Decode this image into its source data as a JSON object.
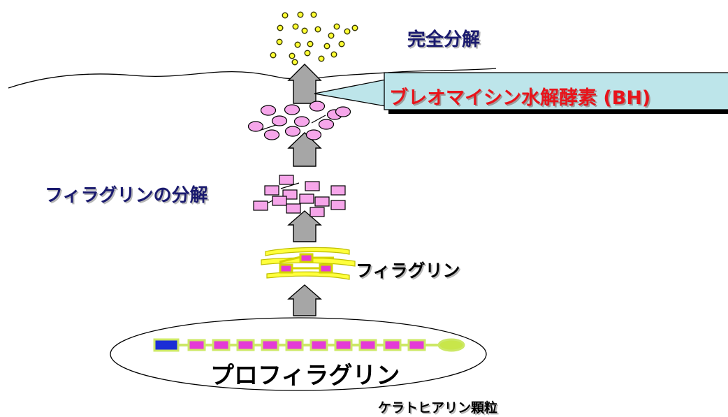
{
  "labels": {
    "complete_degradation": "完全分解",
    "enzyme": "ブレオマイシン水解酵素 (BH)",
    "filaggrin_degradation": "フィラグリンの分解",
    "filaggrin": "フィラグリン",
    "profilaggrin": "プロフィラグリン",
    "keratohyalin_granule": "ケラトヒアリン顆粒"
  },
  "colors": {
    "dot_fill": "#ffff33",
    "dot_stroke": "#333300",
    "peptide_pink": "#f6a6ea",
    "peptide_magenta": "#e43ad6",
    "fiber_yellow": "#ffff3c",
    "fiber_edge": "#bfbf00",
    "chain_green": "#cce866",
    "n_terminal_blue": "#1b2dd6",
    "arrow_gray": "#a6a6a6",
    "callout_fill": "#bde5ea",
    "enzyme_text_red": "#e8141b",
    "label_navy": "#1a1a6e"
  }
}
